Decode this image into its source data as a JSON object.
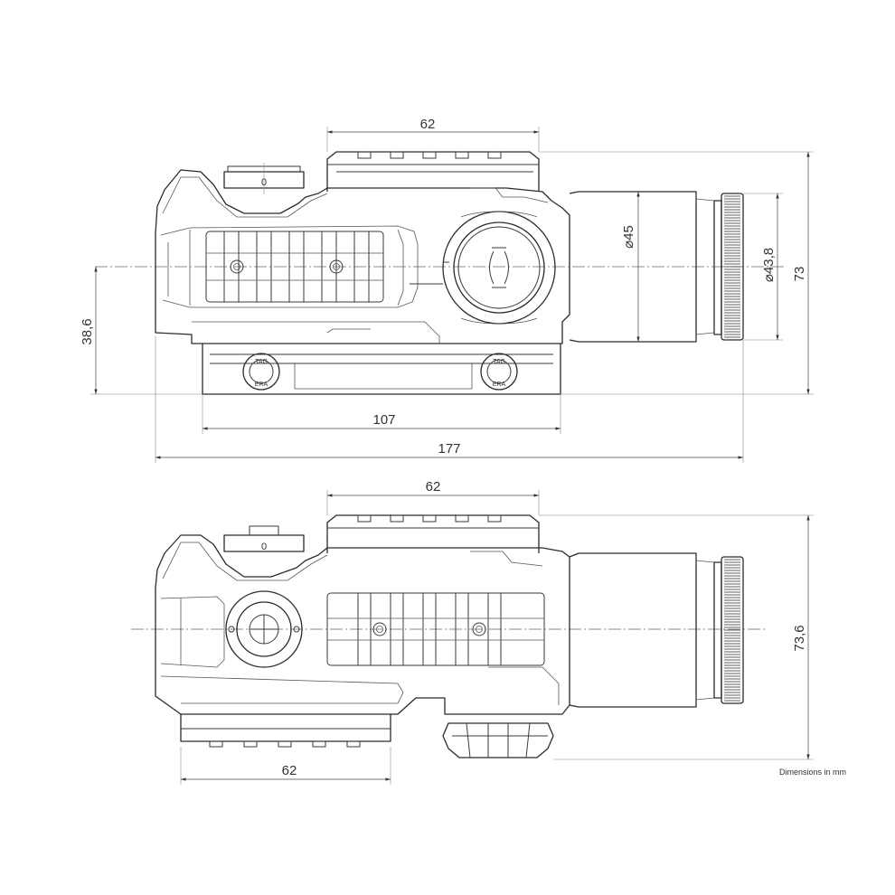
{
  "dimensions": {
    "top_view": {
      "top_rail_length": "62",
      "objective_diameter": "⌀45",
      "eyepiece_diameter": "⌀43,8",
      "overall_height": "73",
      "base_height": "38,6",
      "mount_length": "107",
      "overall_length": "177"
    },
    "bottom_view": {
      "top_rail_length": "62",
      "bottom_rail_length": "62",
      "overall_height": "73,6"
    }
  },
  "mount_markings": [
    "TAG",
    "ERA",
    "TAG",
    "ERA"
  ],
  "turret_marks": [
    "0",
    "0"
  ],
  "note": "Dimensions in mm"
}
